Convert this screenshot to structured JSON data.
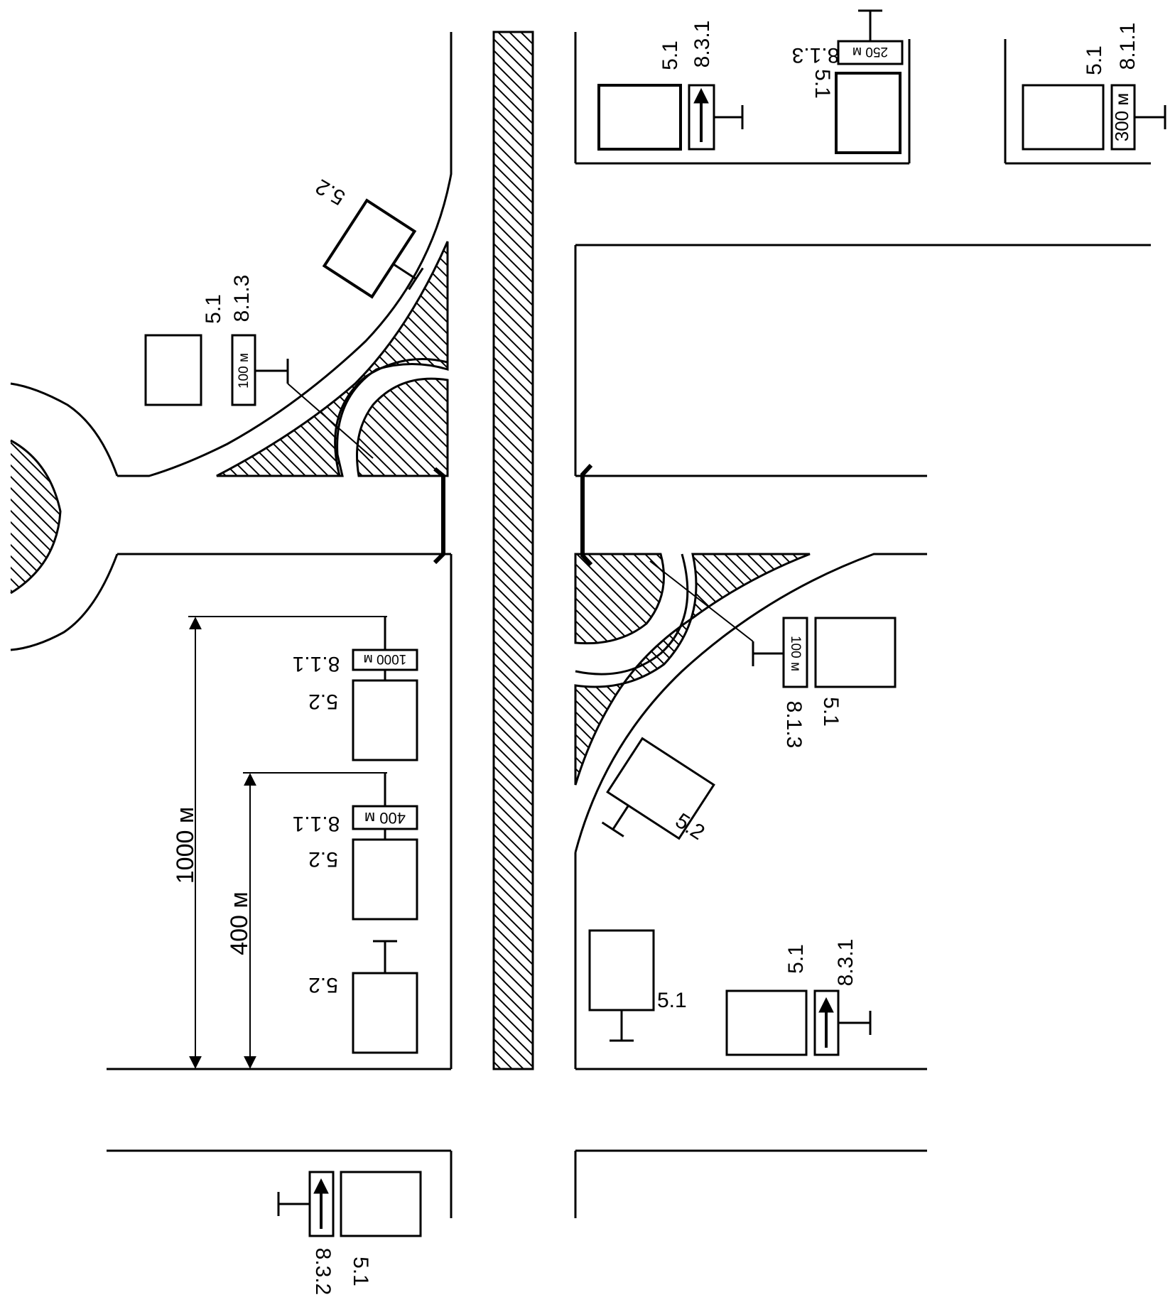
{
  "dimensions": {
    "far_distance": "1000 м",
    "near_distance": "400 м"
  },
  "signs": {
    "ramp_nw_main": "5.1",
    "ramp_nw_plate": "8.1.3",
    "ramp_nw_plate_text": "100 м",
    "ramp_nw_exit": "5.2",
    "ramp_se_main": "5.1",
    "ramp_se_plate": "8.1.3",
    "ramp_se_plate_text": "100 м",
    "ramp_se_exit": "5.2",
    "top_a_main": "5.1",
    "top_a_plate": "8.3.1",
    "top_b_main": "5.1",
    "top_b_plate": "8.1.3",
    "top_b_plate_text": "250 м",
    "top_c_main": "5.1",
    "top_c_plate": "8.1.1",
    "top_c_plate_text": "300 м",
    "left_1_main": "5.2",
    "left_1_plate": "8.1.1",
    "left_1_plate_text": "1000 м",
    "left_2_main": "5.2",
    "left_2_plate": "8.1.1",
    "left_2_plate_text": "400 м",
    "left_3_main": "5.2",
    "right_1_main": "5.1",
    "right_2_main": "5.1",
    "right_2_plate": "8.3.1",
    "bottom_main": "5.1",
    "bottom_plate": "8.3.2"
  }
}
